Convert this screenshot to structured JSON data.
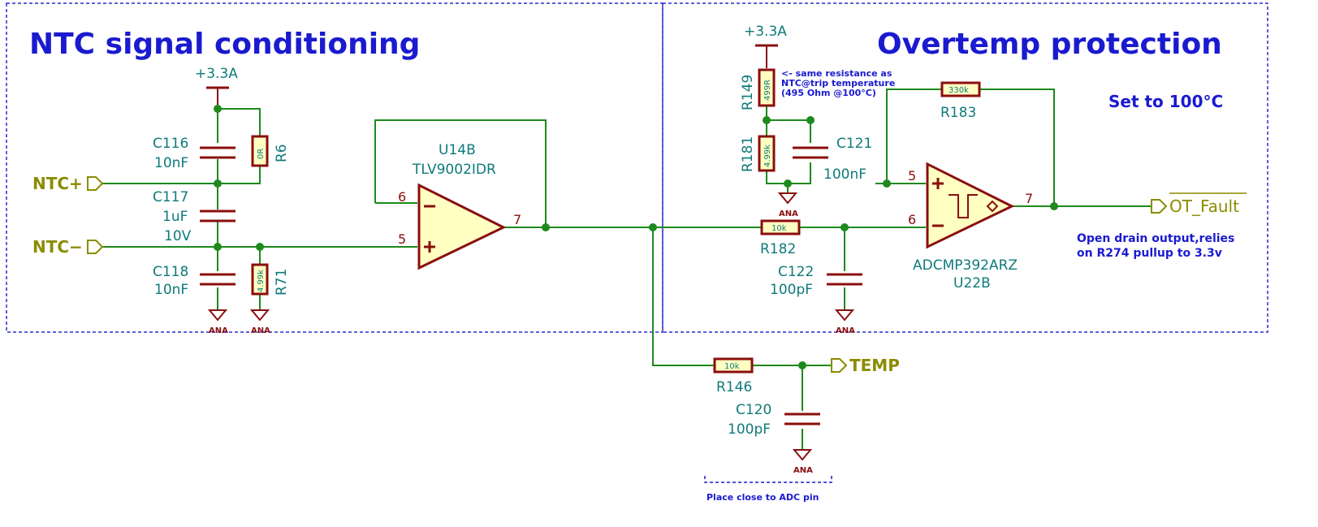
{
  "sections": {
    "ntc_title": "NTC signal conditioning",
    "overtemp_title": "Overtemp protection",
    "set_to": "Set to 100°C"
  },
  "ports": {
    "ntc_plus": "NTC+",
    "ntc_minus": "NTC−",
    "ot_fault": "OT_Fault",
    "temp": "TEMP"
  },
  "power": {
    "left": "+3.3A",
    "right": "+3.3A"
  },
  "ground_label": "ANA",
  "components": {
    "c116": {
      "ref": "C116",
      "value": "10nF"
    },
    "c117": {
      "ref": "C117",
      "value": "1uF",
      "rating": "10V"
    },
    "c118": {
      "ref": "C118",
      "value": "10nF"
    },
    "r6": {
      "ref": "R6",
      "value": "0R"
    },
    "r71": {
      "ref": "R71",
      "value": "4.99k"
    },
    "u14b": {
      "ref": "U14B",
      "part": "TLV9002IDR"
    },
    "r149": {
      "ref": "R149",
      "value": "499R"
    },
    "r181": {
      "ref": "R181",
      "value": "4.99k"
    },
    "c121": {
      "ref": "C121",
      "value": "100nF"
    },
    "r183": {
      "ref": "R183",
      "value": "330k"
    },
    "r182": {
      "ref": "R182",
      "value": "10k"
    },
    "c122": {
      "ref": "C122",
      "value": "100pF"
    },
    "u22b": {
      "ref": "U22B",
      "part": "ADCMP392ARZ"
    },
    "r146": {
      "ref": "R146",
      "value": "10k"
    },
    "c120": {
      "ref": "C120",
      "value": "100pF"
    }
  },
  "pins": {
    "u14_inv": "6",
    "u14_noninv": "5",
    "u14_out": "7",
    "u22_noninv": "5",
    "u22_inv": "6",
    "u22_out": "7"
  },
  "notes": {
    "same_res_1": "<- same resistance as",
    "same_res_2": "NTC@trip temperature",
    "same_res_3": "(495 Ohm @100°C)",
    "open_drain_1": "Open drain output,relies",
    "open_drain_2": "on R274 pullup to 3.3v",
    "place_close": "Place close to ADC pin"
  }
}
